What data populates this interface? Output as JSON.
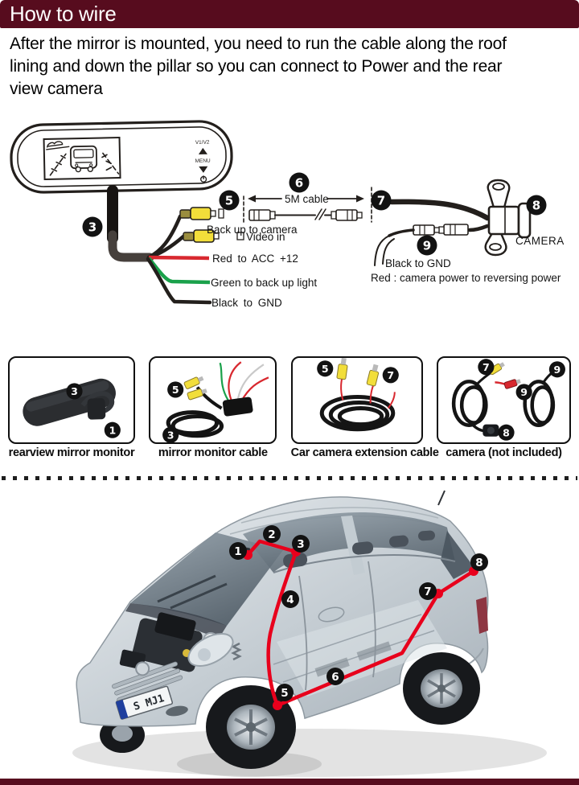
{
  "colors": {
    "maroon": "#570c1e",
    "route_red": "#e8001c",
    "wire_red": "#d8282f",
    "wire_green": "#1aa14b",
    "rca_yellow": "#f2de3a"
  },
  "header": {
    "title": "How to wire"
  },
  "intro": {
    "text": "After the mirror is mounted, you need to run the cable along the roof lining and down the pillar so you can connect to Power and the rear view camera"
  },
  "diagram": {
    "mirror": {
      "buttons": {
        "v1v2": "V1/V2",
        "menu": "MENU"
      }
    },
    "callouts": {
      "c3": "3",
      "c5": "5",
      "c6": "6",
      "c7": "7",
      "c8": "8",
      "c9": "9"
    },
    "cable_label": "5M cable",
    "wires": {
      "backup": "Back up to camera",
      "video": "Video in",
      "acc": "Red to ACC +12",
      "reverse": "Green to back up light",
      "gnd": "Black to GND"
    },
    "camera": {
      "label": "CAMERA",
      "gnd": "Black to GND",
      "power": "Red : camera power to reversing power"
    }
  },
  "products": [
    {
      "caption": "rearview mirror monitor",
      "callouts": [
        "3",
        "1"
      ]
    },
    {
      "caption": "mirror monitor cable",
      "callouts": [
        "5",
        "3"
      ]
    },
    {
      "caption": "Car camera extension cable",
      "callouts": [
        "5",
        "7"
      ]
    },
    {
      "caption": "camera (not included)",
      "callouts": [
        "7",
        "9",
        "9",
        "8"
      ]
    }
  ],
  "car": {
    "plate": "S MJ1",
    "markers": [
      "1",
      "2",
      "3",
      "4",
      "5",
      "6",
      "7",
      "8"
    ]
  }
}
